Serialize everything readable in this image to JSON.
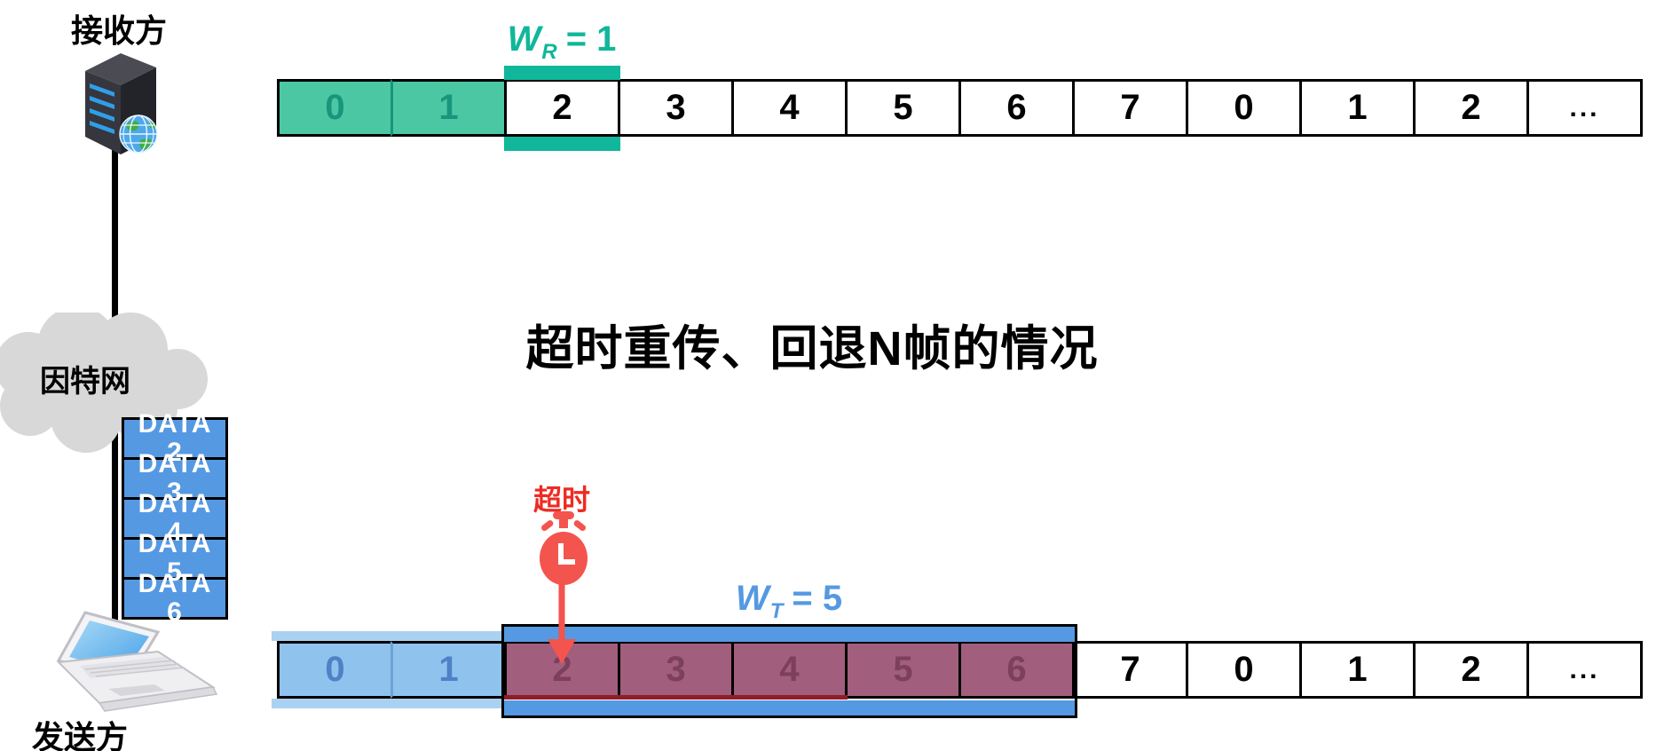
{
  "title": "超时重传、回退N帧的情况",
  "receiver": {
    "label": "接收方"
  },
  "sender": {
    "label": "发送方"
  },
  "internet": {
    "label": "因特网"
  },
  "timeout": {
    "label": "超时"
  },
  "receiver_window_label": {
    "symbol": "W",
    "subscript": "R",
    "rest": "= 1"
  },
  "sender_window_label": {
    "symbol": "W",
    "subscript": "T",
    "rest": "= 5"
  },
  "receiver_row": {
    "cells": [
      "0",
      "1",
      "2",
      "3",
      "4",
      "5",
      "6",
      "7",
      "0",
      "1",
      "2",
      "..."
    ]
  },
  "sender_row": {
    "cells": [
      "0",
      "1",
      "2",
      "3",
      "4",
      "5",
      "6",
      "7",
      "0",
      "1",
      "2",
      "..."
    ]
  },
  "data_frames": [
    {
      "name": "DATA",
      "seq": "2"
    },
    {
      "name": "DATA",
      "seq": "3"
    },
    {
      "name": "DATA",
      "seq": "4"
    },
    {
      "name": "DATA",
      "seq": "5"
    },
    {
      "name": "DATA",
      "seq": "6"
    }
  ],
  "colors": {
    "teal_fill": "#4CC7A4",
    "teal_text": "#17967B",
    "teal_accent": "#10B79A",
    "frame_blue": "#5599E2",
    "cell_blue_fill": "#8FC2EC",
    "cell_blue_text": "#4F81C7",
    "pale_blue": "#ABD1F1",
    "purple_fill": "#A15E7D",
    "purple_text": "#7C3F5C",
    "dark_red": "#8E1D28",
    "red_text": "#ED2B23",
    "red_icon": "#F4544E",
    "cloud_gray": "#D8D8D8"
  }
}
